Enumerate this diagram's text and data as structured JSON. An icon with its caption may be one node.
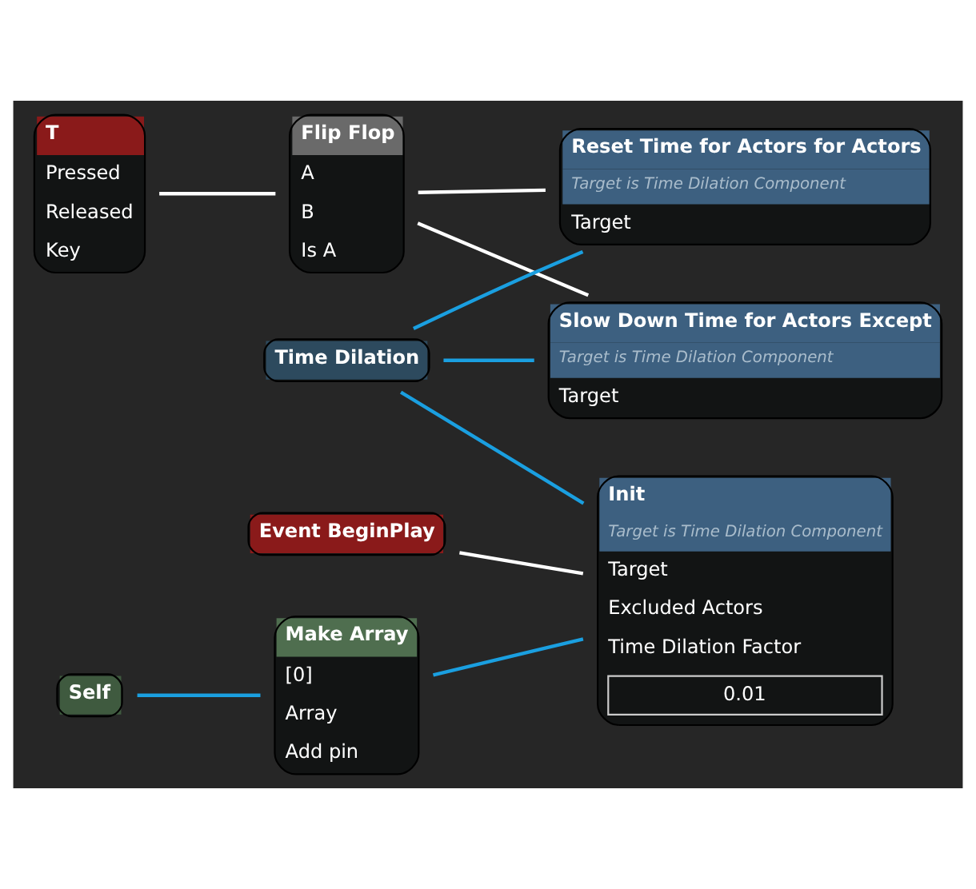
{
  "diagram": {
    "nodes": [
      {
        "text": [
          "T",
          "Pressed",
          "Released",
          "Key"
        ]
      },
      {
        "text": [
          "Flip Flop",
          "A",
          "B",
          "Is A"
        ]
      },
      {
        "text": [
          "Slow Down Time for Actors Except",
          "Target is Time Dilation Component",
          "Target"
        ]
      },
      {
        "text": [
          "Reset Time for Actors for Actors",
          "Target is Time Dilation Component",
          "Target"
        ]
      },
      {
        "text": [
          "Event BeginPlay"
        ]
      },
      {
        "text": [
          "Time Dilation"
        ]
      },
      {
        "text": [
          "Init",
          "Target is Time Dilation Component",
          "Target",
          "Excluded Actors",
          "Time Dilation Factor",
          "0.01"
        ]
      },
      {
        "text": [
          "Self"
        ]
      },
      {
        "text": [
          "Make Array",
          "[0]",
          "Array",
          "Add pin"
        ]
      }
    ],
    "edges": [
      {
        "from": 0,
        "to": 1,
        "arrow": "none",
        "color": "#ffffff"
      },
      {
        "from": 1,
        "to": 2,
        "arrow": "none",
        "color": "#ffffff"
      },
      {
        "from": 1,
        "to": 3,
        "arrow": "none",
        "color": "#ffffff"
      },
      {
        "from": 4,
        "to": 6,
        "arrow": "none",
        "color": "#ffffff"
      },
      {
        "from": 5,
        "to": 2,
        "arrow": "none"
      },
      {
        "from": 5,
        "to": 3,
        "arrow": "none"
      },
      {
        "from": 5,
        "to": 6,
        "arrow": "none"
      },
      {
        "from": 7,
        "to": 8,
        "arrow": "none"
      },
      {
        "from": 8,
        "to": 6,
        "arrow": "none"
      }
    ]
  }
}
